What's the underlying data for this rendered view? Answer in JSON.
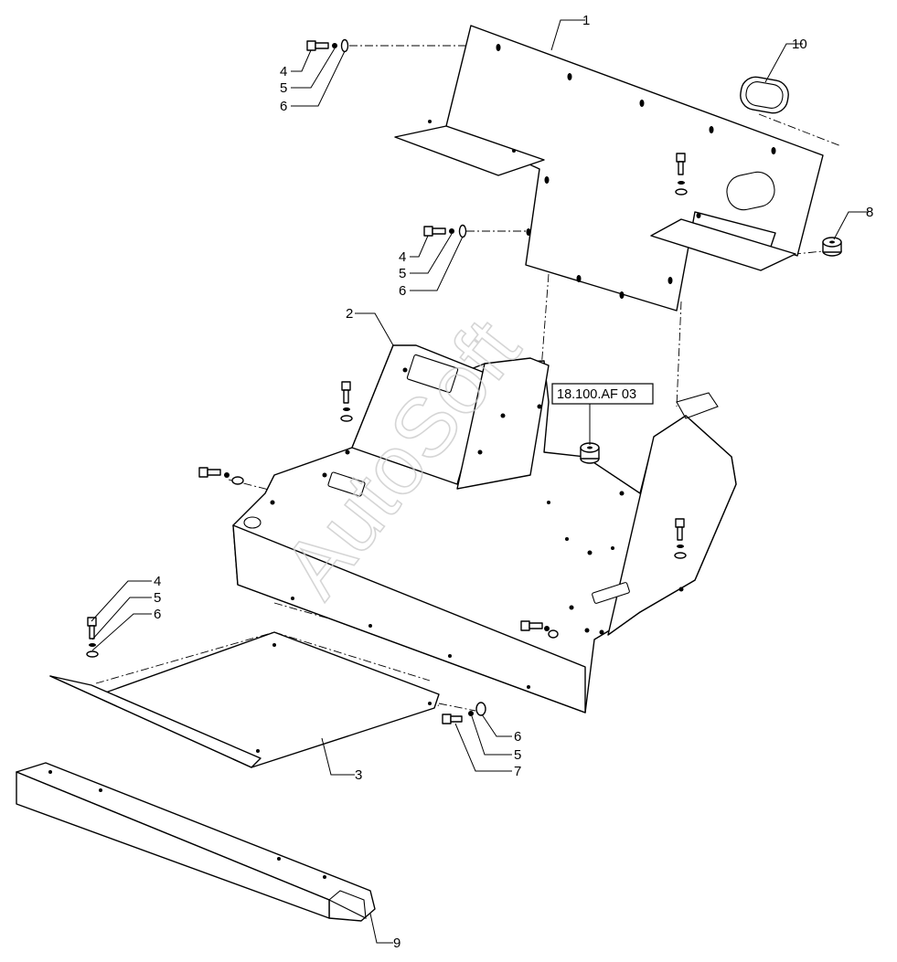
{
  "diagram": {
    "callouts": [
      "1",
      "2",
      "3",
      "4",
      "5",
      "6",
      "7",
      "8",
      "9",
      "10"
    ],
    "reference_box": "18.100.AF 03",
    "watermark": "AutoSoft"
  }
}
